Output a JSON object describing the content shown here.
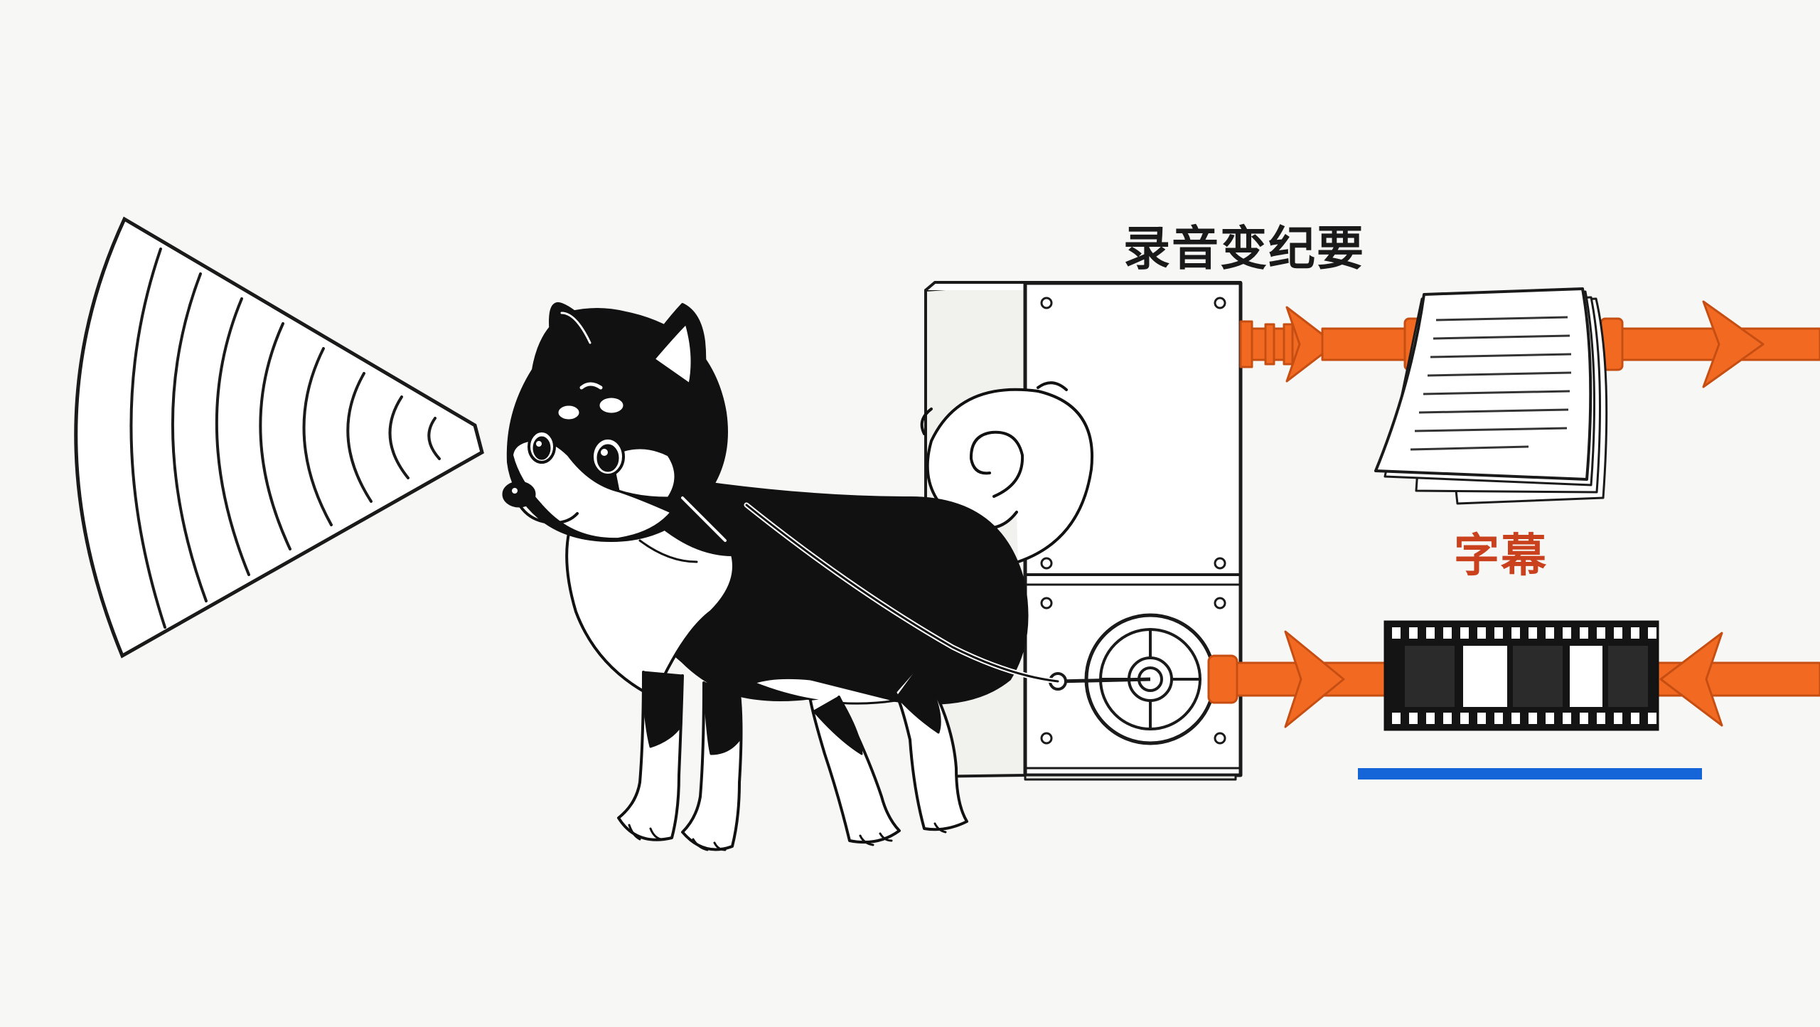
{
  "title": "录音变纪要",
  "subtitle_label": "字幕",
  "colors": {
    "background": "#f7f7f5",
    "ink": "#111111",
    "pipe": "#f26a21",
    "pipe_shadow": "#c64e12",
    "subtitle_text": "#c9411d",
    "underline": "#1565d8"
  },
  "icons": {
    "sound_cone": "sound-wave-cone-icon",
    "dog": "shiba-dog-illustration",
    "machine": "processing-machine-icon",
    "document": "document-stack-icon",
    "film": "film-strip-icon"
  }
}
